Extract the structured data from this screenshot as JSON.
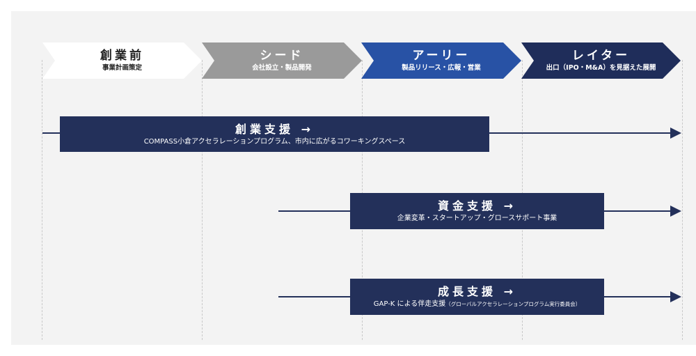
{
  "stages": [
    {
      "title": "創業前",
      "subtitle": "事業計画策定",
      "color": "#ffffff"
    },
    {
      "title": "シード",
      "subtitle": "会社設立・製品開発",
      "color": "#9a9a9a"
    },
    {
      "title": "アーリー",
      "subtitle": "製品リリース・広報・営業",
      "color": "#2852a5"
    },
    {
      "title": "レイター",
      "subtitle": "出口（IPO・M&A）を見据えた展開",
      "color": "#1f2d5a"
    }
  ],
  "supports": [
    {
      "title": "創業支援 →",
      "subtitle": "COMPASS小倉アクセラレーションプログラム、市内に広がるコワーキングスペース",
      "subtitle_small": ""
    },
    {
      "title": "資金支援 →",
      "subtitle": "企業変革・スタートアップ・グロースサポート事業",
      "subtitle_small": ""
    },
    {
      "title": "成長支援 →",
      "subtitle": "GAP-K による伴走支援",
      "subtitle_small": "（グローバルアクセラレーションプログラム実行委員会）"
    }
  ],
  "colors": {
    "navy": "#23305a",
    "background": "#f3f3f3",
    "divider": "#c8c8c8"
  }
}
